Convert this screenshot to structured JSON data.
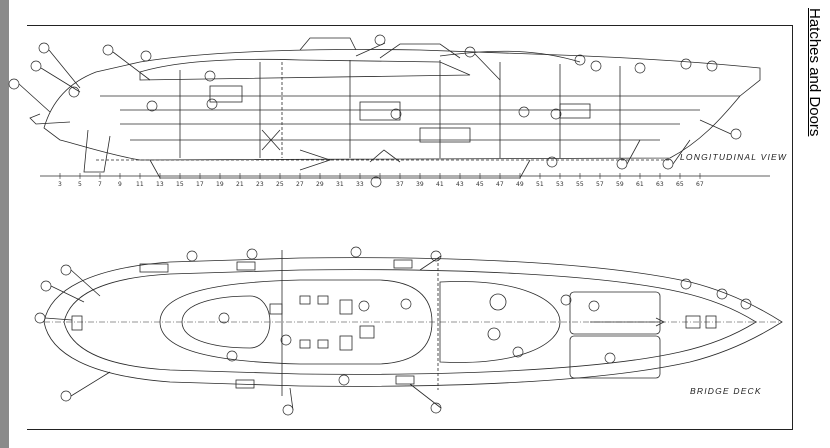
{
  "document": {
    "side_title": "Hatches and Doors"
  },
  "drawings": {
    "longitudinal_label": "LONGITUDINAL VIEW",
    "bridge_label": "BRIDGE DECK"
  },
  "colors": {
    "ink": "#2a2a2a",
    "paper": "#ffffff",
    "margin_bar": "#8a8a8a"
  }
}
